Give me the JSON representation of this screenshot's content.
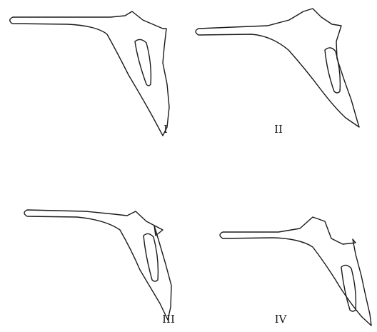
{
  "figure": {
    "panels": [
      {
        "id": "I",
        "label": "I"
      },
      {
        "id": "II",
        "label": "II"
      },
      {
        "id": "III",
        "label": "III"
      },
      {
        "id": "IV",
        "label": "IV"
      }
    ]
  }
}
